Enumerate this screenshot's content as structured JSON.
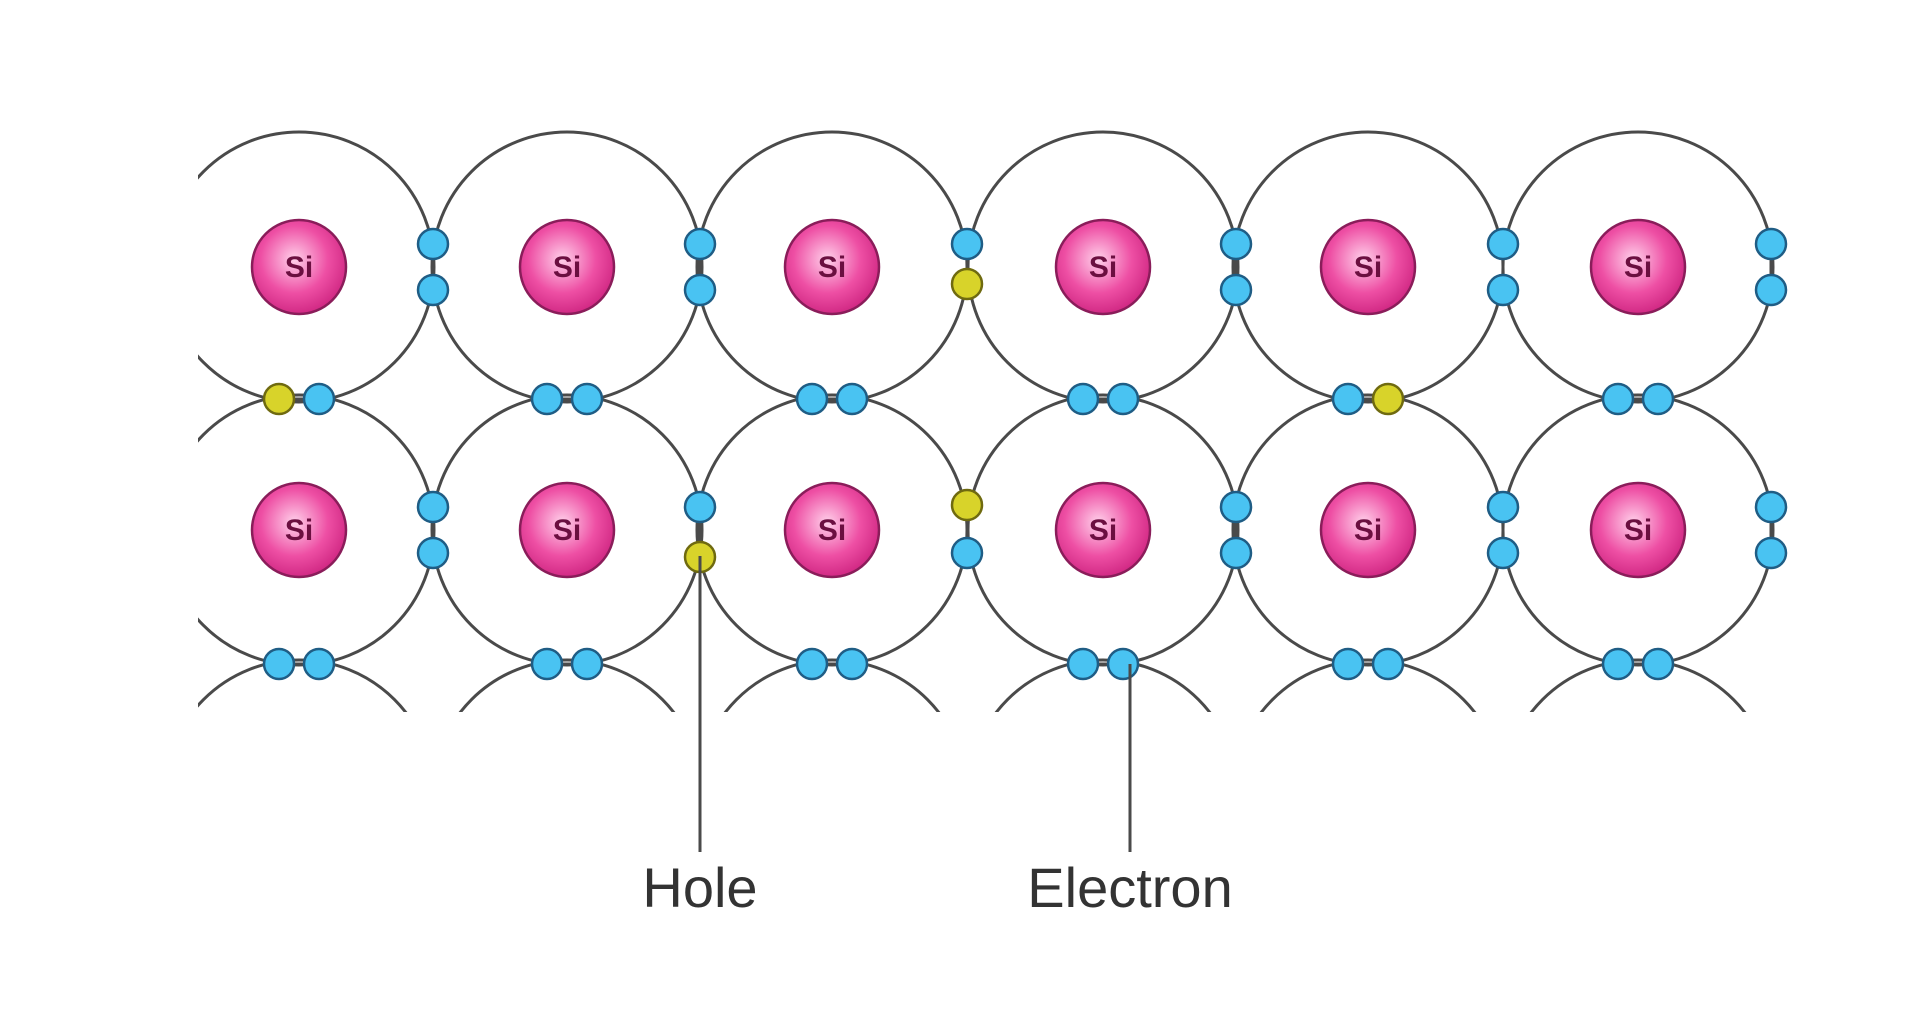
{
  "diagram": {
    "atom_symbol": "Si",
    "labels": {
      "hole": "Hole",
      "electron": "Electron"
    },
    "colors": {
      "orbit": "#4a4a4a",
      "atom_center": "#ffd0ea",
      "atom_mid": "#ee4fa4",
      "atom_edge": "#c91e7b",
      "electron_fill": "#49c3f2",
      "hole_fill": "#d8d32a",
      "background": "#ffffff"
    }
  }
}
